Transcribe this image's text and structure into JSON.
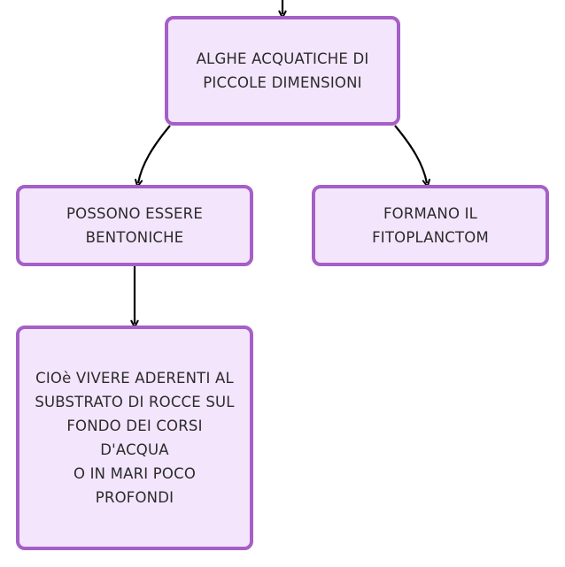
{
  "colors": {
    "node_fill": "#f3e5fc",
    "node_border": "#a55fc7",
    "connector": "#000000",
    "text": "#2b2b2b"
  },
  "nodes": {
    "root": {
      "text": "ALGHE ACQUATICHE DI\nPICCOLE DIMENSIONI"
    },
    "left": {
      "text": "POSSONO ESSERE\nBENTONICHE"
    },
    "right": {
      "text": "FORMANO IL\nFITOPLANCTOM"
    },
    "detail": {
      "text": "CIOè VIVERE ADERENTI AL\nSUBSTRATO DI ROCCE SUL\nFONDO DEI CORSI\nD'ACQUA\nO IN MARI POCO\nPROFONDI"
    }
  },
  "edges": [
    {
      "from": "root",
      "to": "left"
    },
    {
      "from": "root",
      "to": "right"
    },
    {
      "from": "left",
      "to": "detail"
    }
  ]
}
